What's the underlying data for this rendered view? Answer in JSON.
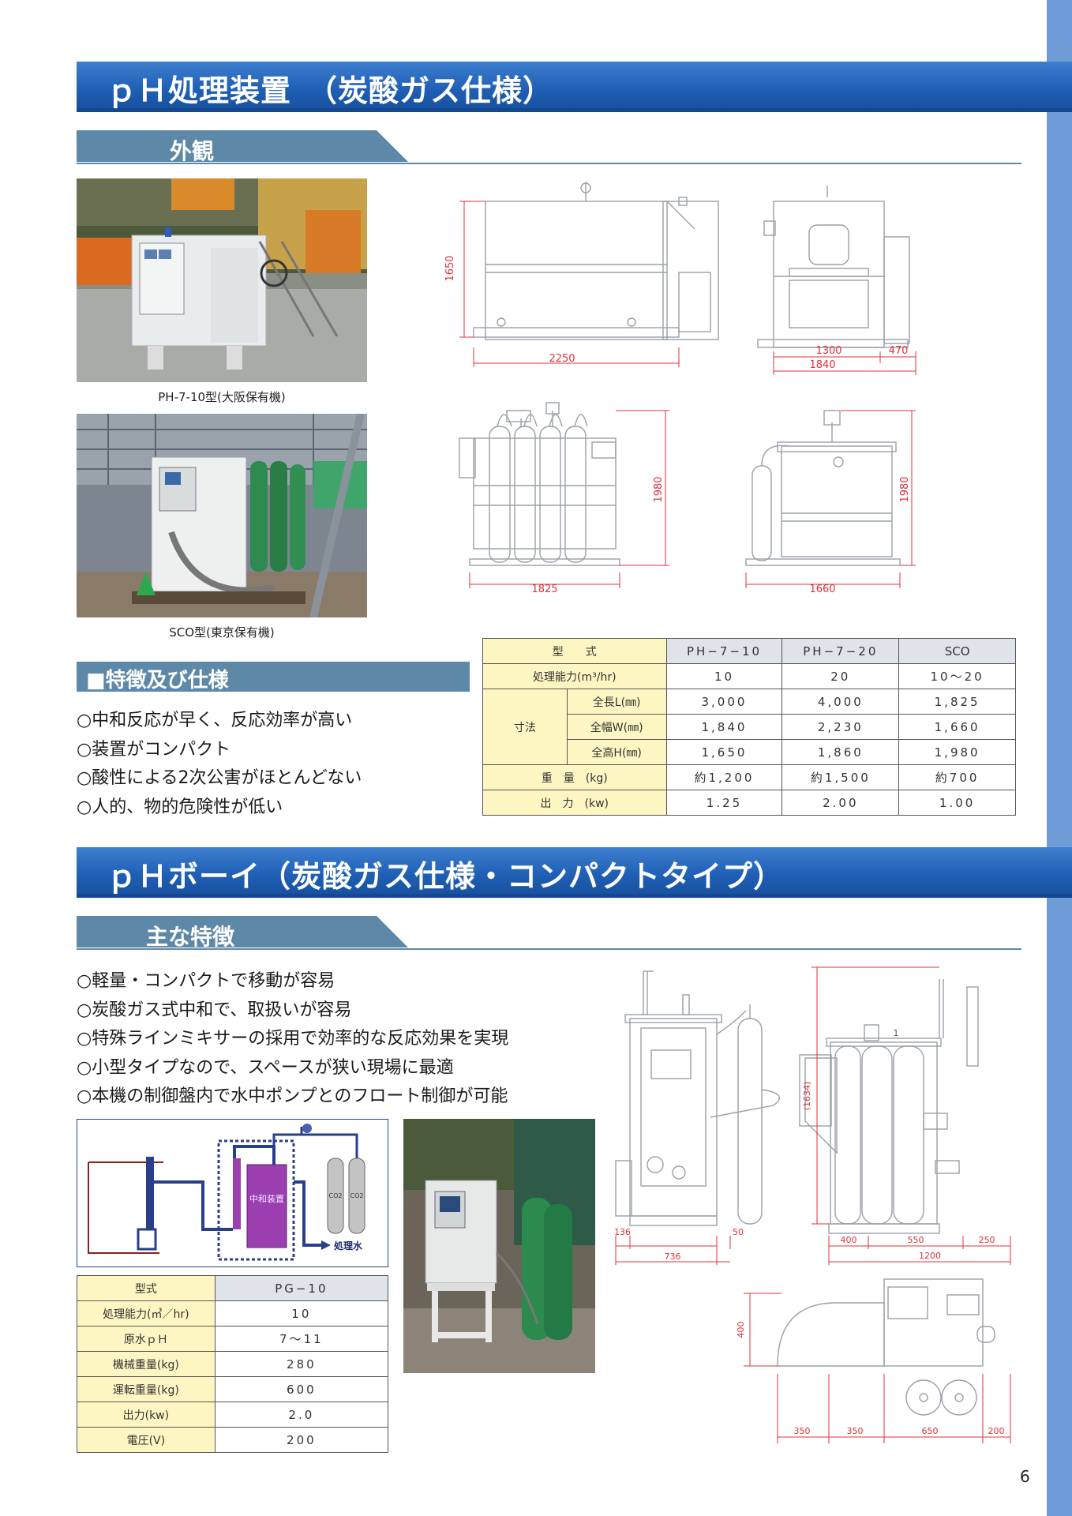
{
  "section1": {
    "title": "ｐＨ処理装置　（炭酸ガス仕様）",
    "appearance_label": "外観",
    "photo1_caption": "PH-7-10型(大阪保有機)",
    "photo2_caption": "SCO型(東京保有機)",
    "drawing_top": {
      "height": "1650",
      "length": "2250",
      "width_a": "1300",
      "width_b": "470",
      "width_total": "1840"
    },
    "drawing_bottom": {
      "height_left": "1980",
      "length_left": "1825",
      "height_right": "1980",
      "length_right": "1660"
    },
    "features_label": "■特徴及び仕様",
    "features": [
      "○中和反応が早く、反応効率が高い",
      "○装置がコンパクト",
      "○酸性による2次公害がほとんどない",
      "○人的、物的危険性が低い"
    ],
    "spec_table": {
      "header": [
        "型　　式",
        "PH−7−10",
        "PH−7−20",
        "SCO"
      ],
      "capacity_label": "処理能力(m³/hr)",
      "capacity": [
        "10",
        "20",
        "10〜20"
      ],
      "dim_label": "寸法",
      "dims": [
        {
          "label": "全長L(㎜)",
          "values": [
            "3,000",
            "4,000",
            "1,825"
          ]
        },
        {
          "label": "全幅W(㎜)",
          "values": [
            "1,840",
            "2,230",
            "1,660"
          ]
        },
        {
          "label": "全高H(㎜)",
          "values": [
            "1,650",
            "1,860",
            "1,980"
          ]
        }
      ],
      "weight_label": "重　量　(kg)",
      "weight": [
        "約1,200",
        "約1,500",
        "約700"
      ],
      "output_label": "出　力　(kw)",
      "output": [
        "1.25",
        "2.00",
        "1.00"
      ]
    }
  },
  "section2": {
    "title": "ｐＨボーイ（炭酸ガス仕様・コンパクトタイプ）",
    "features_label": "主な特徴",
    "features": [
      "○軽量・コンパクトで移動が容易",
      "○炭酸ガス式中和で、取扱いが容易",
      "○特殊ラインミキサーの採用で効率的な反応効果を実現",
      "○小型タイプなので、スペースが狭い現場に最適",
      "○本機の制御盤内で水中ポンプとのフロート制御が可能"
    ],
    "flow_diagram": {
      "unit_label": "中和装置",
      "output_label": "処理水",
      "cylinder_label": "CO2"
    },
    "drawing": {
      "front_dims": [
        "136",
        "50",
        "736"
      ],
      "height": "(1634)",
      "side_dims": [
        "400",
        "550",
        "250",
        "1200"
      ],
      "plan_height": "400",
      "plan_dims": [
        "350",
        "350",
        "650",
        "200"
      ],
      "plate_number": "1"
    },
    "spec_table": {
      "header": [
        "型式",
        "PG−10"
      ],
      "rows": [
        {
          "label": "処理能力(㎥／hr)",
          "value": "10"
        },
        {
          "label": "原水ｐＨ",
          "value": "7〜11"
        },
        {
          "label": "機械重量(kg)",
          "value": "280"
        },
        {
          "label": "運転重量(kg)",
          "value": "600"
        },
        {
          "label": "出力(kw)",
          "value": "2.0"
        },
        {
          "label": "電圧(V)",
          "value": "200"
        }
      ]
    }
  },
  "page_number": "6",
  "colors": {
    "banner": "#1f5fb5",
    "sub_banner": "#5e88a8",
    "stripe": "#6f9bd6",
    "table_label": "#fdf6c2",
    "table_header": "#dfe3ea",
    "dimension_red": "#e0303a"
  }
}
